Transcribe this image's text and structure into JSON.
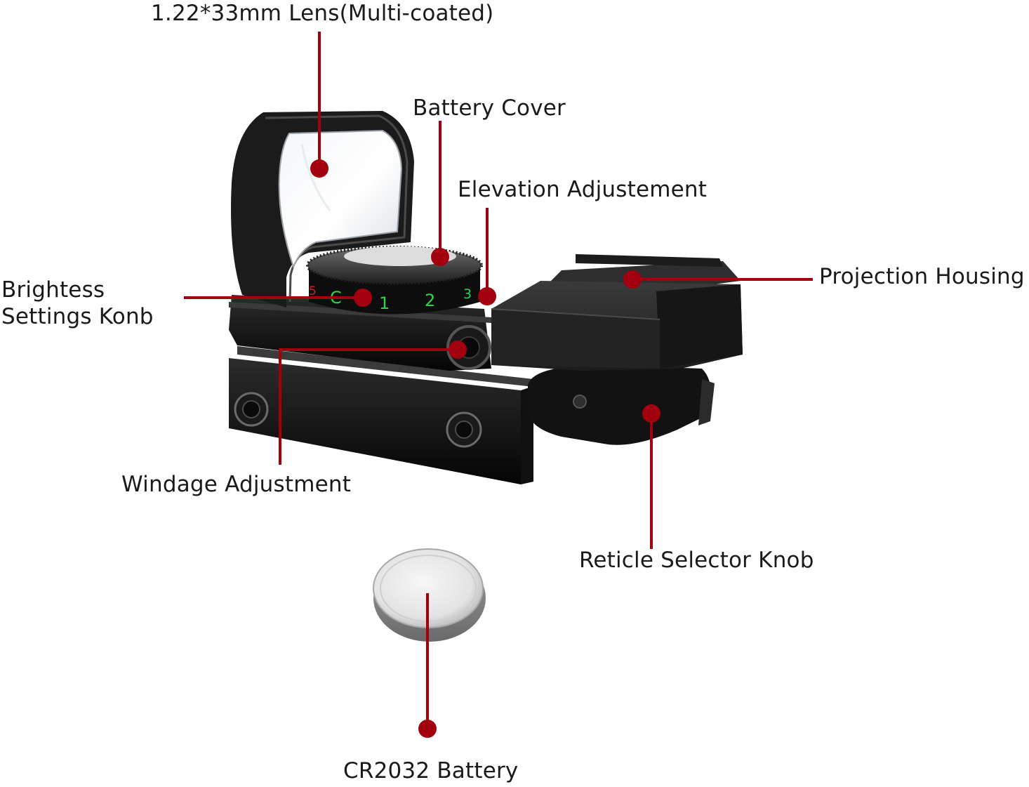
{
  "diagram": {
    "accent_color": "#a3000f",
    "dial_digit_color": "#2fd44a",
    "dial_digits": [
      "5",
      "C",
      "1",
      "2",
      "3"
    ],
    "callouts": [
      {
        "id": "lens",
        "text": "1.22*33mm Lens(Multi-coated)"
      },
      {
        "id": "battery-cover",
        "text": "Battery Cover"
      },
      {
        "id": "elevation",
        "text": "Elevation Adjustement"
      },
      {
        "id": "projection",
        "text": "Projection Housing"
      },
      {
        "id": "brightness",
        "lines": [
          "Brightess",
          "Settings Konb"
        ]
      },
      {
        "id": "windage",
        "text": "Windage Adjustment"
      },
      {
        "id": "reticle",
        "text": "Reticle Selector Knob"
      },
      {
        "id": "battery",
        "text": "CR2032 Battery"
      }
    ]
  }
}
